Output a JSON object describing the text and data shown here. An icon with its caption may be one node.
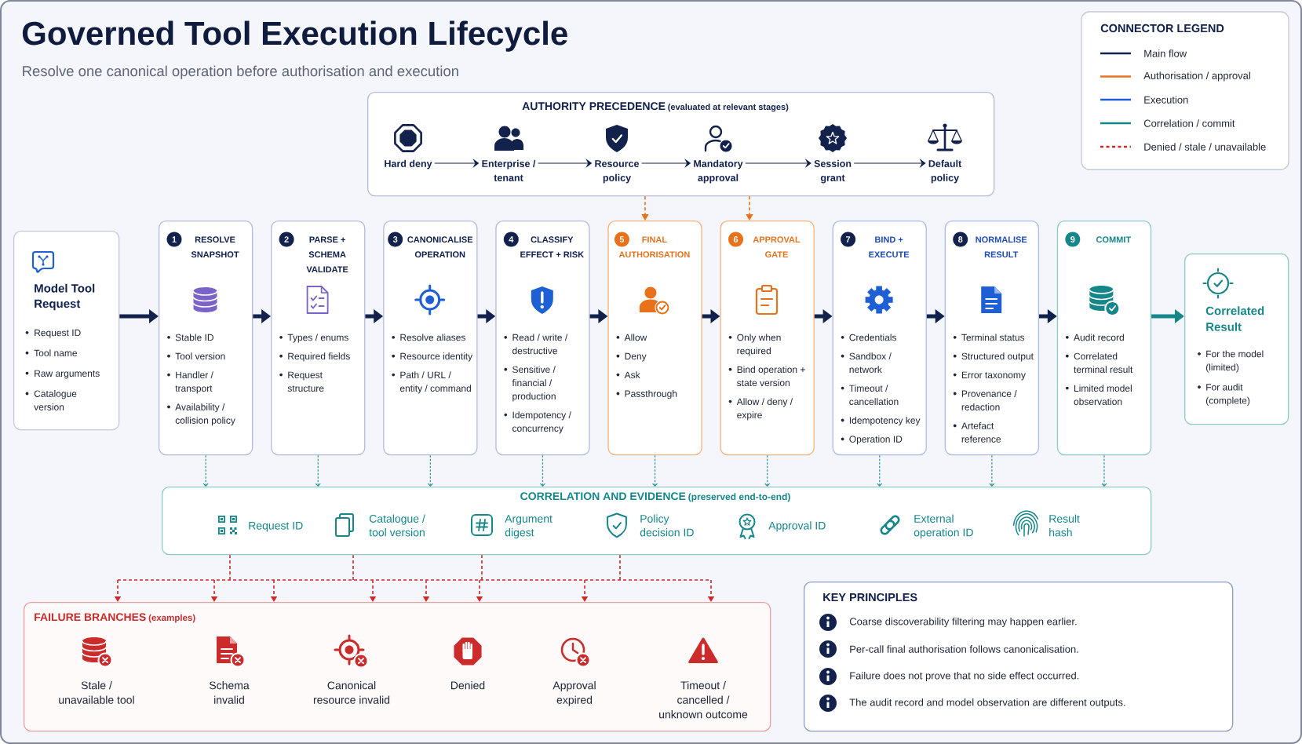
{
  "diagram": {
    "title": "Governed Tool Execution Lifecycle",
    "nodes": [
      {
        "text": [
          "AUTHORITY PRECEDENCE",
          "(evaluated at relevant stages)"
        ]
      },
      {
        "text": [
          "Hard deny"
        ],
        "in": 0
      },
      {
        "text": [
          "Enterprise / tenant"
        ],
        "in": 0
      },
      {
        "text": [
          "Resource policy"
        ],
        "in": 0
      },
      {
        "text": [
          "Mandatory approval"
        ],
        "in": 0
      },
      {
        "text": [
          "Session grant"
        ],
        "in": 0
      },
      {
        "text": [
          "Default policy"
        ],
        "in": 0
      },
      {
        "text": [
          "Model Tool Request",
          "Request ID",
          "Tool name",
          "Raw arguments",
          "Catalogue version"
        ]
      },
      {
        "text": [
          "1",
          "RESOLVE SNAPSHOT",
          "Stable ID",
          "Tool version",
          "Handler / transport",
          "Availability / collision policy"
        ]
      },
      {
        "text": [
          "2",
          "PARSE + SCHEMA VALIDATE",
          "Types / enums",
          "Required fields",
          "Request structure"
        ]
      },
      {
        "text": [
          "3",
          "CANONICALISE OPERATION",
          "Resolve aliases",
          "Resource identity",
          "Path / URL / entity / command"
        ]
      },
      {
        "text": [
          "4",
          "CLASSIFY EFFECT + RISK",
          "Read / write / destructive",
          "Sensitive / financial / production",
          "Idempotency / concurrency"
        ]
      },
      {
        "text": [
          "5",
          "FINAL AUTHORISATION",
          "Allow",
          "Deny",
          "Ask",
          "Passthrough"
        ]
      },
      {
        "text": [
          "6",
          "APPROVAL GATE",
          "Only when required",
          "Bind operation + state version",
          "Allow / deny / expire"
        ]
      },
      {
        "text": [
          "7",
          "BIND + EXECUTE",
          "Credentials",
          "Sandbox / network",
          "Timeout / cancellation",
          "Idempotency key",
          "Operation ID"
        ]
      },
      {
        "text": [
          "8",
          "NORMALISE RESULT",
          "Terminal status",
          "Structured output",
          "Error taxonomy",
          "Provenance / redaction",
          "Artefact reference"
        ]
      },
      {
        "text": [
          "9",
          "COMMIT",
          "Audit record",
          "Correlated terminal result",
          "Limited model observation"
        ]
      },
      {
        "text": [
          "Correlated Result",
          "For the model (limited)",
          "For audit (complete)"
        ]
      },
      {
        "text": [
          "CORRELATION AND EVIDENCE",
          "(preserved end-to-end)",
          "Request ID",
          "Catalogue / tool version",
          "Argument digest",
          "Policy decision ID",
          "Approval ID",
          "External operation ID",
          "Result hash"
        ]
      },
      {
        "text": [
          "FAILURE BRANCHES",
          "(examples)",
          "Stale / unavailable tool",
          "Schema invalid",
          "Canonical resource invalid",
          "Denied",
          "Approval expired",
          "Timeout / cancelled / unknown outcome"
        ]
      },
      {
        "text": [
          "KEY PRINCIPLES",
          "Coarse discoverability filtering may happen earlier.",
          "Per-call final authorisation follows canonicalisation.",
          "Failure does not prove that no side effect occurred.",
          "The audit record and model observation are different outputs."
        ]
      }
    ],
    "edges": [
      {
        "from": 1,
        "to": 2,
        "arrow": "to"
      },
      {
        "from": 2,
        "to": 3,
        "arrow": "to"
      },
      {
        "from": 3,
        "to": 4,
        "arrow": "to"
      },
      {
        "from": 4,
        "to": 5,
        "arrow": "to"
      },
      {
        "from": 5,
        "to": 6,
        "arrow": "to"
      },
      {
        "from": 0,
        "to": 12,
        "arrow": "to",
        "style": "dashed",
        "color": "#e8711c"
      },
      {
        "from": 0,
        "to": 13,
        "arrow": "to",
        "style": "dashed",
        "color": "#e8711c"
      },
      {
        "from": 7,
        "to": 8,
        "arrow": "to",
        "style": "thick"
      },
      {
        "from": 8,
        "to": 9,
        "arrow": "to",
        "style": "thick"
      },
      {
        "from": 9,
        "to": 10,
        "arrow": "to",
        "style": "thick"
      },
      {
        "from": 10,
        "to": 11,
        "arrow": "to",
        "style": "thick"
      },
      {
        "from": 11,
        "to": 12,
        "arrow": "to",
        "style": "thick"
      },
      {
        "from": 12,
        "to": 13,
        "arrow": "to",
        "style": "thick"
      },
      {
        "from": 13,
        "to": 14,
        "arrow": "to",
        "style": "thick"
      },
      {
        "from": 14,
        "to": 15,
        "arrow": "to",
        "style": "thick"
      },
      {
        "from": 15,
        "to": 16,
        "arrow": "to",
        "style": "thick"
      },
      {
        "from": 16,
        "to": 17,
        "arrow": "to",
        "style": "thick",
        "color": "#15868a"
      },
      {
        "from": 8,
        "to": 18,
        "arrow": "to",
        "style": "dashed",
        "color": "#2a9094"
      },
      {
        "from": 9,
        "to": 18,
        "arrow": "to",
        "style": "dashed",
        "color": "#2a9094"
      },
      {
        "from": 10,
        "to": 18,
        "arrow": "to",
        "style": "dashed",
        "color": "#2a9094"
      },
      {
        "from": 11,
        "to": 18,
        "arrow": "to",
        "style": "dashed",
        "color": "#2a9094"
      },
      {
        "from": 12,
        "to": 18,
        "arrow": "to",
        "style": "dashed",
        "color": "#2a9094"
      },
      {
        "from": 13,
        "to": 18,
        "arrow": "to",
        "style": "dashed",
        "color": "#2a9094"
      },
      {
        "from": 14,
        "to": 18,
        "arrow": "to",
        "style": "dashed",
        "color": "#2a9094"
      },
      {
        "from": 15,
        "to": 18,
        "arrow": "to",
        "style": "dashed",
        "color": "#2a9094"
      },
      {
        "from": 16,
        "to": 18,
        "arrow": "to",
        "style": "dashed",
        "color": "#2a9094"
      },
      {
        "from": 18,
        "to": 19,
        "arrow": "to",
        "style": "dashed",
        "color": "#cc2b2b"
      }
    ],
    "labels": [
      "Resolve one canonical operation before authorisation and execution",
      "CONNECTOR LEGEND"
    ],
    "legend": [
      {
        "text": "Main flow"
      },
      {
        "text": "Authorisation / approval"
      },
      {
        "text": "Execution"
      },
      {
        "text": "Correlation / commit"
      },
      {
        "text": "Denied / stale / unavailable"
      }
    ]
  }
}
